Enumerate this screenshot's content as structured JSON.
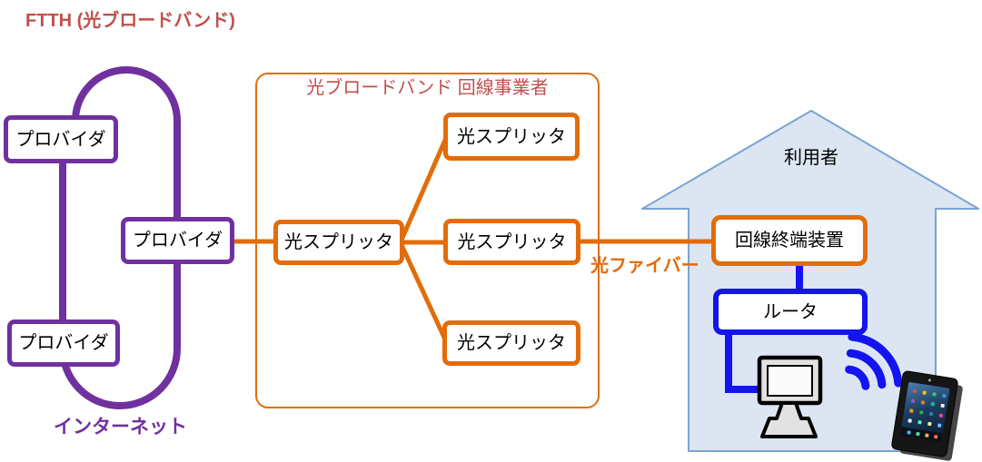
{
  "page_title": "FTTH (光ブロードバンド)",
  "colors": {
    "title_red": "#C0504D",
    "purple": "#7030A0",
    "orange": "#E36C09",
    "blue": "#1414F0",
    "house_fill": "#DCE6F2",
    "house_border": "#7BA3D4"
  },
  "internet": {
    "label": "インターネット",
    "providers": [
      "プロバイダ",
      "プロバイダ",
      "プロバイダ"
    ]
  },
  "carrier": {
    "title": "光ブロードバンド 回線事業者",
    "splitters": [
      "光スプリッタ",
      "光スプリッタ",
      "光スプリッタ",
      "光スプリッタ"
    ]
  },
  "fiber": {
    "label": "光ファイバー"
  },
  "home": {
    "label": "利用者",
    "ont": "回線終端装置",
    "router": "ルータ",
    "icons": [
      "pc-monitor-icon",
      "wifi-waves-icon",
      "tablet-icon"
    ]
  }
}
